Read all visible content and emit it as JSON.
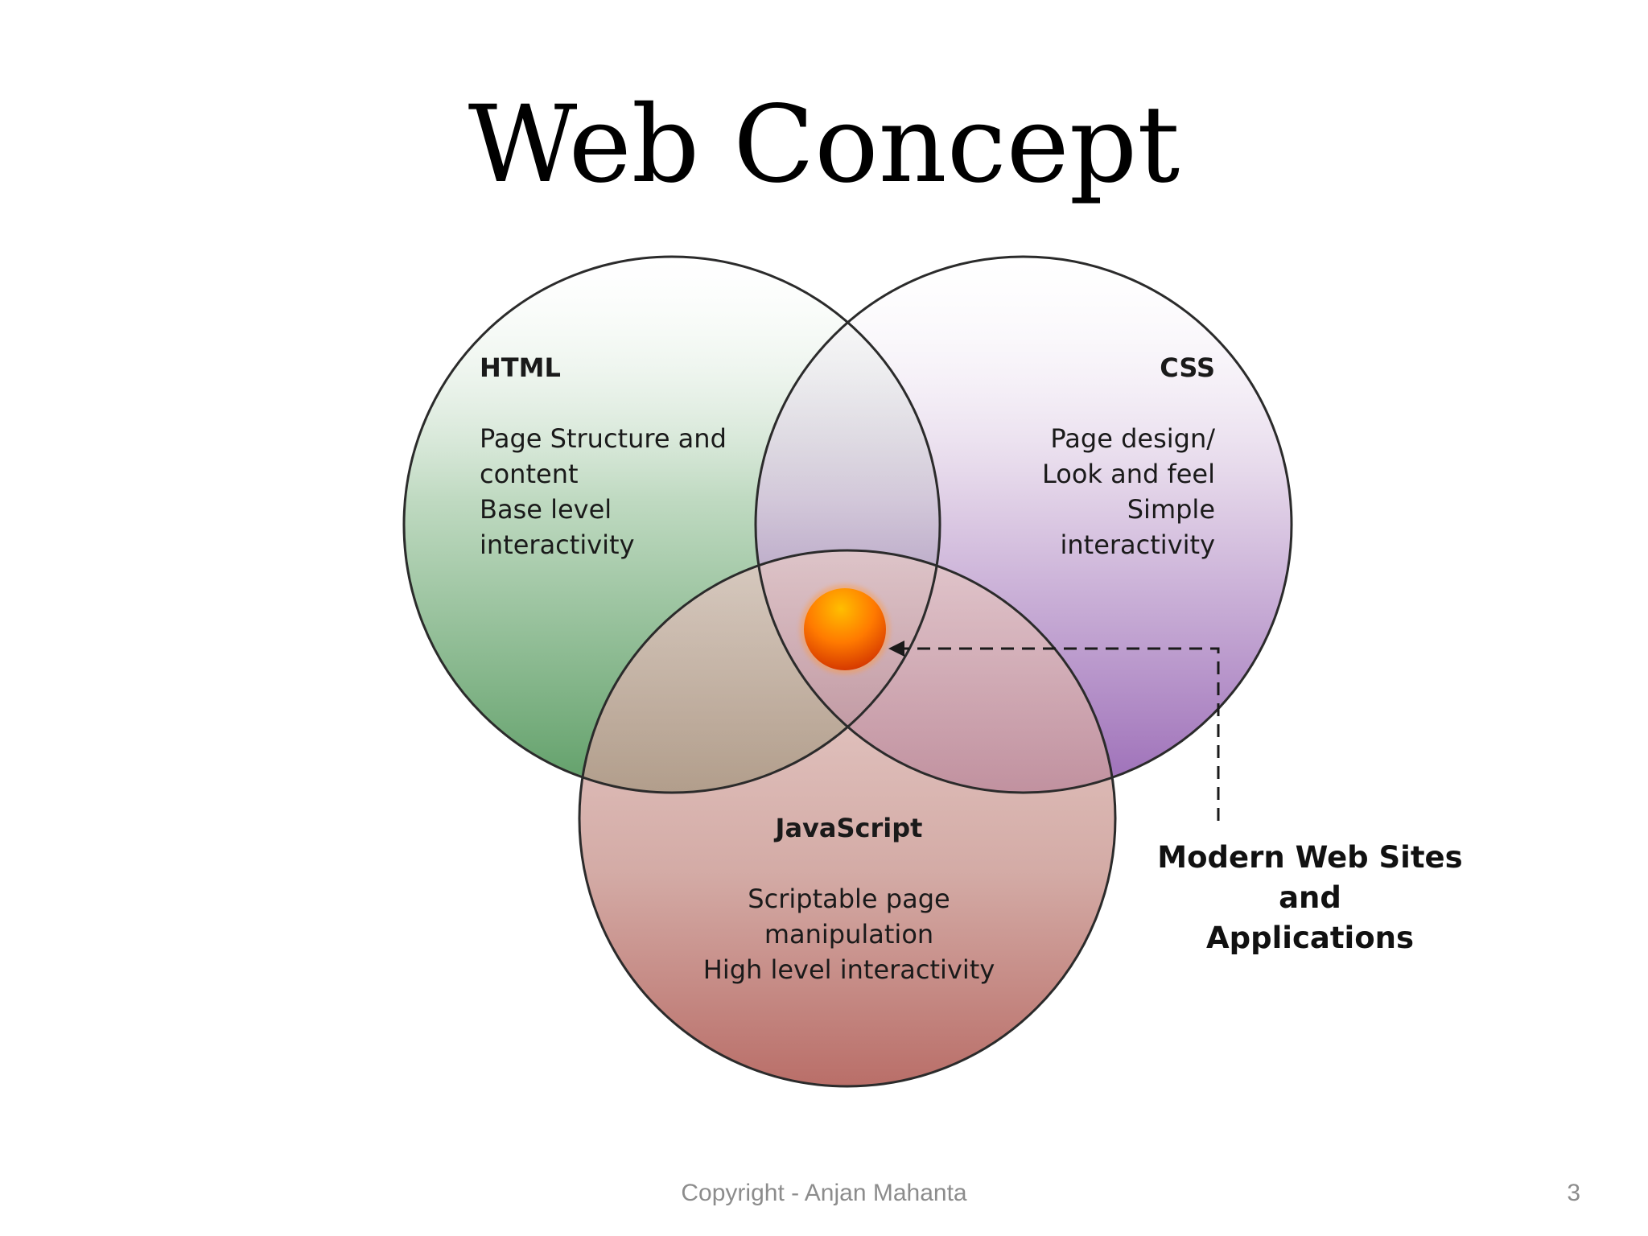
{
  "slide": {
    "title": "Web Concept",
    "footer_copyright": "Copyright - Anjan Mahanta",
    "page_number": "3"
  },
  "venn": {
    "html": {
      "title": "HTML",
      "lines": [
        "Page Structure and",
        "content",
        "Base level",
        "interactivity"
      ],
      "color": "#5e9d66"
    },
    "css": {
      "title": "CSS",
      "lines": [
        "Page design/",
        "Look and feel",
        "Simple",
        "interactivity"
      ],
      "color": "#8a4fa7"
    },
    "javascript": {
      "title": "JavaScript",
      "lines": [
        "Scriptable page",
        "manipulation",
        "High level interactivity"
      ],
      "color": "#a8453e"
    },
    "center_marker_color": "#ff6a00",
    "callout": {
      "lines": [
        "Modern Web Sites",
        "and",
        "Applications"
      ]
    }
  }
}
